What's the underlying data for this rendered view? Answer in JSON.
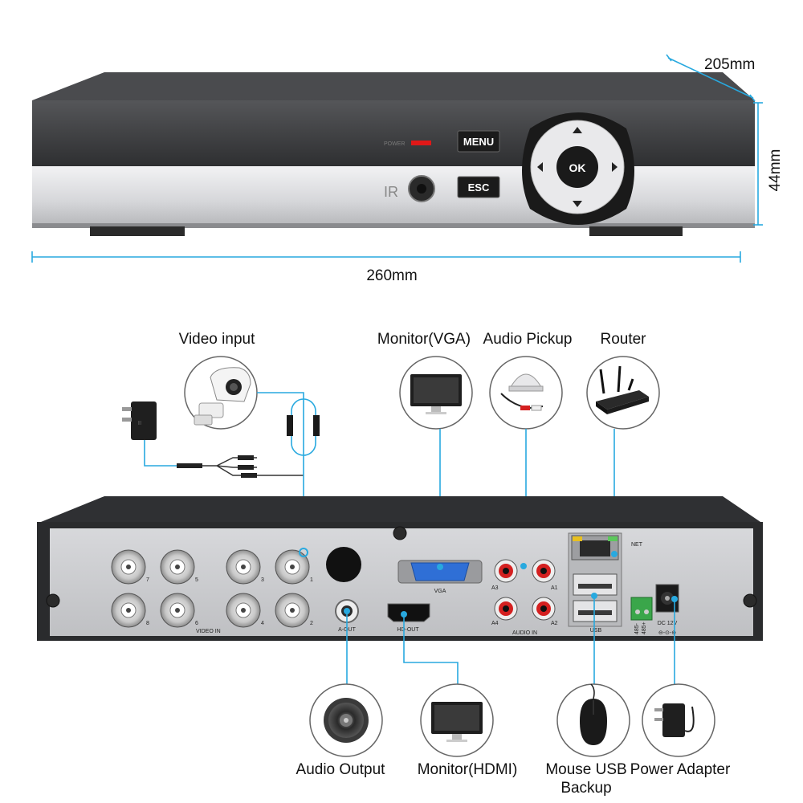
{
  "dimensions": {
    "depth": "205mm",
    "height": "44mm",
    "width": "260mm"
  },
  "front_panel": {
    "power": "POWER",
    "menu": "MENU",
    "esc": "ESC",
    "ok": "OK",
    "ir": "IR"
  },
  "rear_panel": {
    "video_in": "VIDEO IN",
    "vga": "VGA",
    "audio_in": "AUDIO IN",
    "a_out": "A-OUT",
    "hd_out": "HD-OUT",
    "usb": "USB",
    "net": "NET",
    "dc": "DC 12V",
    "rs485_a": "485-",
    "rs485_b": "485+",
    "bnc_labels": [
      "7",
      "5",
      "3",
      "1",
      "8",
      "6",
      "4",
      "2"
    ],
    "audio_labels": [
      "A3",
      "A1",
      "A4",
      "A2"
    ]
  },
  "peripherals": {
    "video_input": "Video input",
    "monitor_vga": "Monitor(VGA)",
    "audio_pickup": "Audio Pickup",
    "router": "Router",
    "audio_output": "Audio Output",
    "monitor_hdmi": "Monitor(HDMI)",
    "mouse_usb_line1": "Mouse USB",
    "mouse_usb_line2": "Backup",
    "power_adapter": "Power Adapter"
  },
  "colors": {
    "wire": "#28a9df",
    "chassis_top": "#3c3d40",
    "panel_silver": "#dcdde0",
    "power_led": "#e01818",
    "vga_port": "#2f6fd6",
    "audio_jack": "#d42020",
    "net_led": "#e8c020"
  }
}
